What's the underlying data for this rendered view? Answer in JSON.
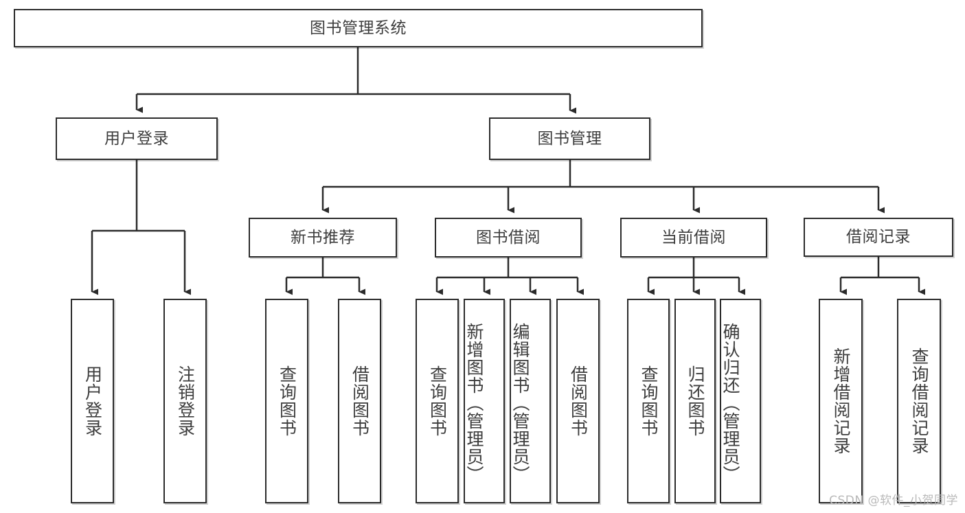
{
  "diagram": {
    "title": "图书管理系统",
    "type": "tree-hierarchy-chart",
    "watermark": "CSDN @软件_小贺同学",
    "colors": {
      "border": "#2b2b2b",
      "text": "#3d3d3d",
      "background": "#ffffff",
      "connector": "#2b2b2b",
      "watermark": "#b9b9b9"
    },
    "nodes": {
      "root": {
        "label": "图书管理系统"
      },
      "level2": [
        {
          "label": "用户登录"
        },
        {
          "label": "图书管理"
        }
      ],
      "level3": [
        {
          "label": "新书推荐"
        },
        {
          "label": "图书借阅"
        },
        {
          "label": "当前借阅"
        },
        {
          "label": "借阅记录"
        }
      ],
      "leaves": {
        "user_login": [
          {
            "label": "用户登录"
          },
          {
            "label": "注销登录"
          }
        ],
        "new_book_recommend": [
          {
            "label": "查询图书"
          },
          {
            "label": "借阅图书"
          }
        ],
        "book_borrow": [
          {
            "label": "查询图书"
          },
          {
            "label": "新增图书（管理员）"
          },
          {
            "label": "编辑图书（管理员）"
          },
          {
            "label": "借阅图书"
          }
        ],
        "current_borrow": [
          {
            "label": "查询图书"
          },
          {
            "label": "归还图书"
          },
          {
            "label": "确认归还（管理员）"
          }
        ],
        "borrow_record": [
          {
            "label": "新增借阅记录"
          },
          {
            "label": "查询借阅记录"
          }
        ]
      }
    }
  }
}
